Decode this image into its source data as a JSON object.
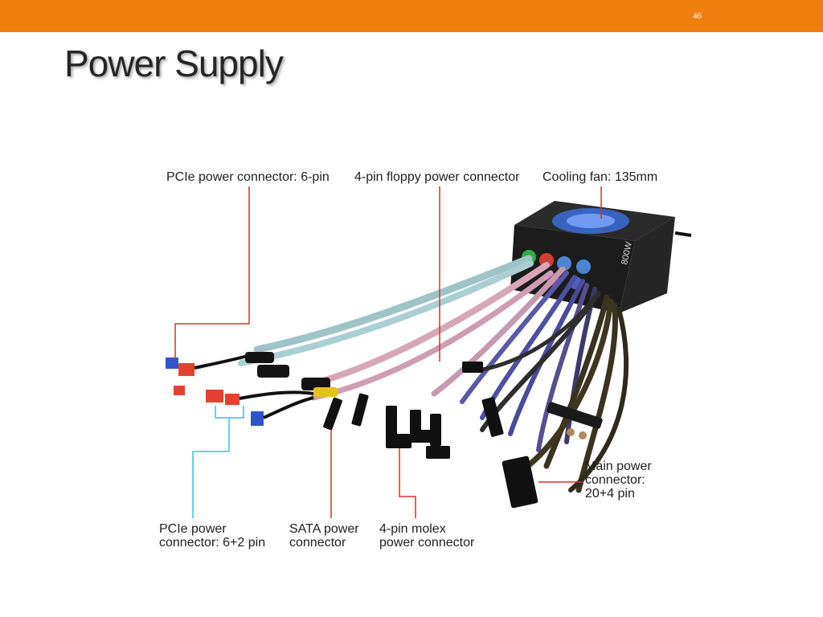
{
  "slide": {
    "page_number": "46",
    "title": "Power Supply"
  },
  "labels": {
    "pcie_6pin": "PCIe power connector: 6-pin",
    "floppy": "4-pin floppy power connector",
    "fan": "Cooling fan: 135mm",
    "main_l1": "Main power",
    "main_l2": "connector:",
    "main_l3": "20+4 pin",
    "pcie62_l1": "PCIe power",
    "pcie62_l2": "connector: 6+2 pin",
    "sata_l1": "SATA power",
    "sata_l2": "connector",
    "molex_l1": "4-pin molex",
    "molex_l2": "power connector"
  },
  "colors": {
    "accent_bar": "#ef7f0f",
    "callout_red": "#d9302a",
    "callout_cyan": "#2ec4e6"
  }
}
